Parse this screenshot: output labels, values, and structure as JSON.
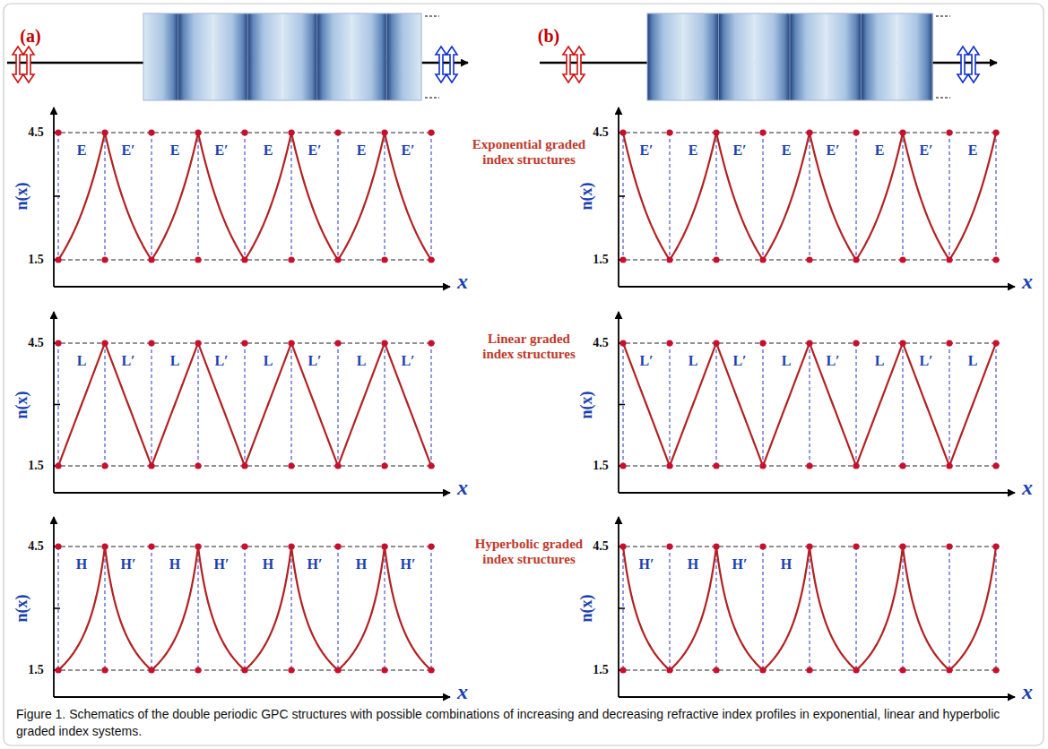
{
  "diagram": {
    "caption": "Figure 1. Schematics of the double periodic GPC structures with possible combinations of increasing and decreasing refractive index profiles in exponential, linear and hyperbolic graded index systems.",
    "labels": [
      "(a)",
      "(b)",
      "n(x)",
      "4.5",
      "1.5",
      "x",
      "E",
      "E′",
      "E",
      "E′",
      "E",
      "E′",
      "E",
      "E′",
      "Exponential graded index structures",
      "n(x)",
      "4.5",
      "1.5",
      "x",
      "E′",
      "E",
      "E′",
      "E",
      "E′",
      "E",
      "E′",
      "E",
      "n(x)",
      "4.5",
      "1.5",
      "x",
      "L",
      "L′",
      "L",
      "L′",
      "L",
      "L′",
      "L",
      "L′",
      "Linear graded index structures",
      "n(x)",
      "4.5",
      "1.5",
      "x",
      "L′",
      "L",
      "L′",
      "L",
      "L′",
      "L",
      "L′",
      "L",
      "n(x)",
      "4.5",
      "1.5",
      "x",
      "H",
      "H′",
      "H",
      "H′",
      "H",
      "H′",
      "H",
      "H′",
      "Hyperbolic graded index structures",
      "n(x)",
      "4.5",
      "1.5",
      "x",
      "H′",
      "H",
      "H′",
      "H"
    ]
  }
}
